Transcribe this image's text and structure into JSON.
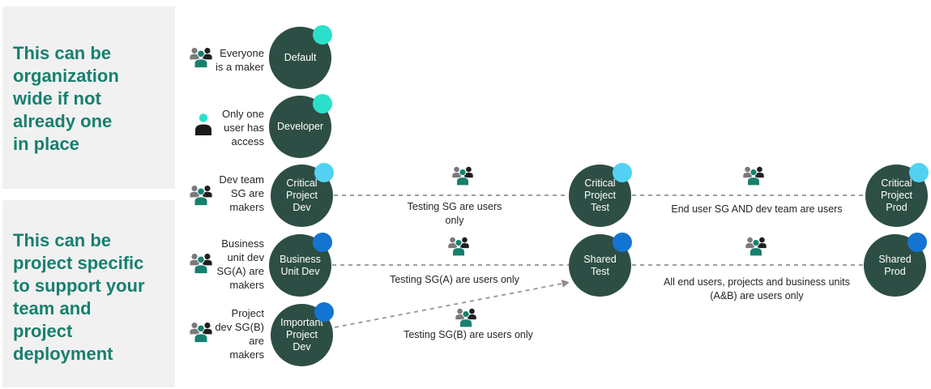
{
  "panels": [
    {
      "text": "This can be\norganization\nwide if not\nalready one\nin place"
    },
    {
      "text": "This can be\nproject specific\nto support your\nteam and\nproject\ndeployment"
    }
  ],
  "colors": {
    "node_fill": "#2D4E45",
    "badge_teal": "#2BE0CB",
    "badge_sky": "#53D1F3",
    "badge_blue": "#1474D2",
    "panel_bg": "#F1F1F1",
    "heading_teal": "#17806F",
    "connector_gray": "#9E9E9E",
    "icon_teal": "#17806E",
    "icon_gray": "#7A7A7A",
    "icon_black": "#1F1F1F"
  },
  "nodes": [
    {
      "label": "Default",
      "badge": "teal"
    },
    {
      "label": "Developer",
      "badge": "teal"
    },
    {
      "label": "Critical\nProject\nDev",
      "badge": "sky"
    },
    {
      "label": "Business\nUnit Dev",
      "badge": "blue"
    },
    {
      "label": "Important\nProject\nDev",
      "badge": "blue"
    },
    {
      "label": "Critical\nProject\nTest",
      "badge": "sky"
    },
    {
      "label": "Shared\nTest",
      "badge": "blue"
    },
    {
      "label": "Critical\nProject\nProd",
      "badge": "sky"
    },
    {
      "label": "Shared\nProd",
      "badge": "blue"
    }
  ],
  "maker_labels": [
    {
      "text": "Everyone\nis a maker",
      "icon": "people-group"
    },
    {
      "text": "Only one\nuser has\naccess",
      "icon": "person-single"
    },
    {
      "text": "Dev team\nSG are\nmakers",
      "icon": "people-group"
    },
    {
      "text": "Business\nunit dev\nSG(A) are\nmakers",
      "icon": "people-group"
    },
    {
      "text": "Project\ndev SG(B)\nare\nmakers",
      "icon": "people-group"
    }
  ],
  "flow_labels": [
    {
      "text": "Testing SG are users\nonly"
    },
    {
      "text": "End user SG AND dev team are users"
    },
    {
      "text": "Testing SG(A) are users only"
    },
    {
      "text": "All end users, projects and business units\n(A&B) are users only"
    },
    {
      "text": "Testing SG(B) are users only"
    }
  ]
}
